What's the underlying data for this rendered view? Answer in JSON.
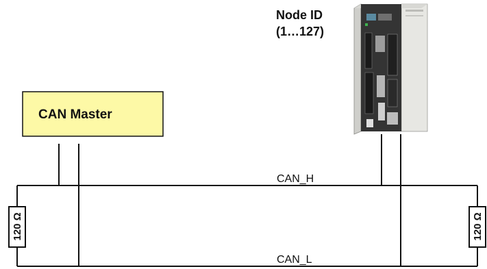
{
  "diagram": {
    "master": {
      "label": "CAN Master",
      "fill": "#fdf9a6"
    },
    "node": {
      "line1": "Node ID",
      "line2": "(1…127)"
    },
    "bus": {
      "high": "CAN_H",
      "low": "CAN_L"
    },
    "terminator_left": "120 Ω",
    "terminator_right": "120 Ω",
    "colors": {
      "wire": "#111111",
      "drive_body": "#e7e7e3",
      "drive_front": "#343434"
    }
  }
}
